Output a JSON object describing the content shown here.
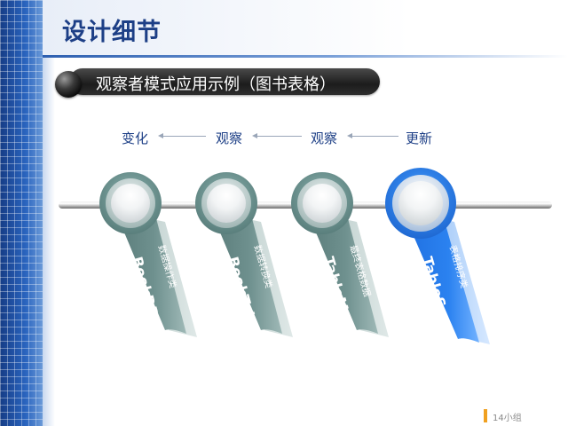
{
  "slide": {
    "title": "设计细节",
    "subtitle": "观察者模式应用示例（图书表格）"
  },
  "flow": {
    "labels": [
      "变化",
      "观察",
      "观察",
      "更新"
    ]
  },
  "nodes": [
    {
      "main": "BookDB",
      "sub": "数据操作类",
      "color": "gray"
    },
    {
      "main": "BookTable",
      "sub": "数据转换类",
      "color": "gray"
    },
    {
      "main": "TableModel",
      "sub": "最终表格数据",
      "color": "gray"
    },
    {
      "main": "TableSorter",
      "sub": "表格排序类",
      "color": "blue"
    }
  ],
  "footer": {
    "page": "14小组"
  },
  "colors": {
    "title": "#1d3f86",
    "ribbon_gray": "#5f807e",
    "ribbon_blue": "#1e6fe0",
    "accent_orange": "#f0a020"
  }
}
